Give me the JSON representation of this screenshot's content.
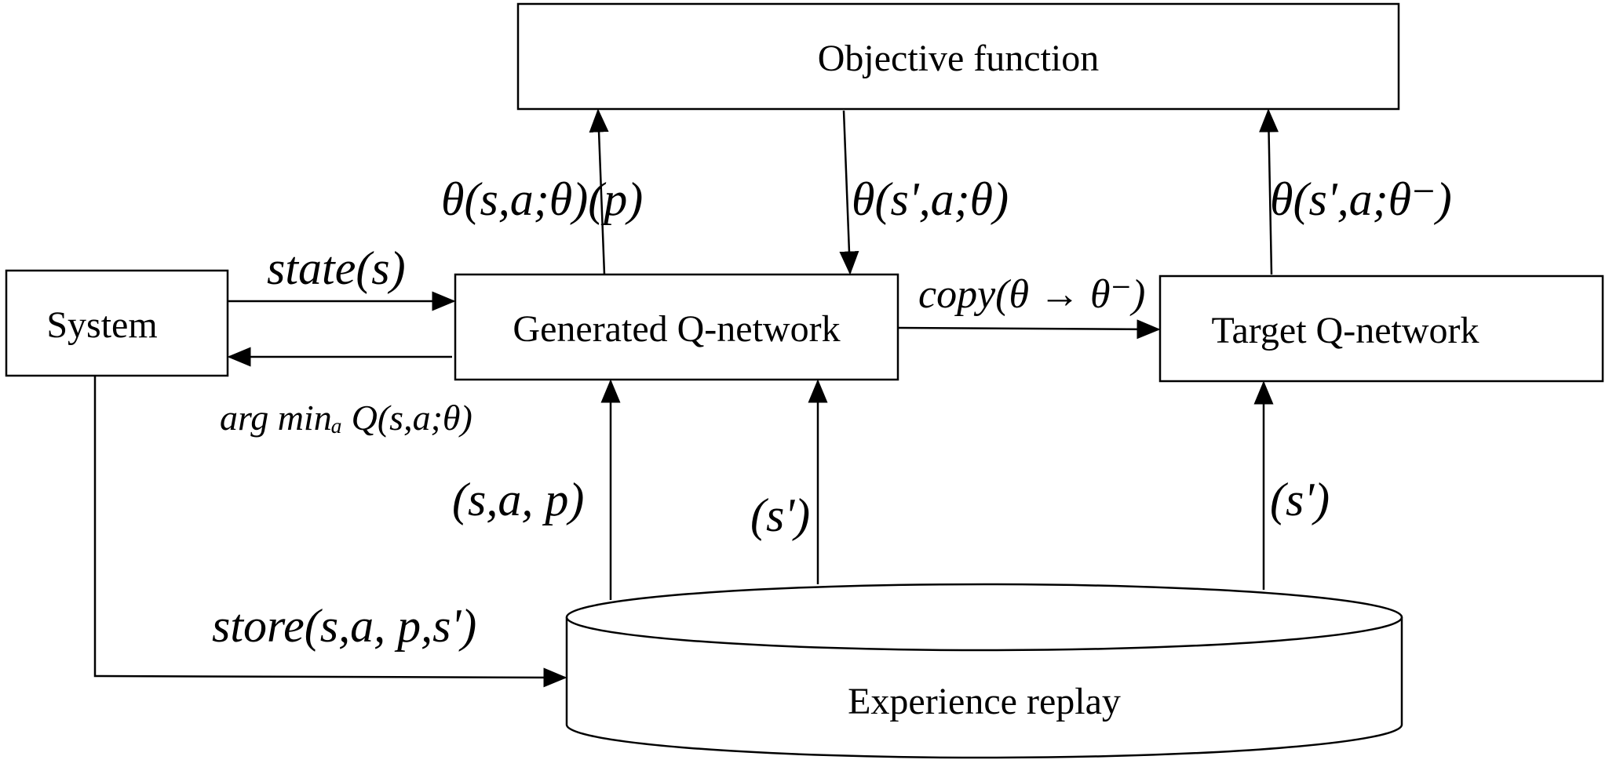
{
  "diagram": {
    "nodes": {
      "objective": "Objective function",
      "system": "System",
      "generated": "Generated Q-network",
      "target": "Target Q-network",
      "replay": "Experience replay"
    },
    "edges": {
      "gen_to_obj": "θ(s,a;θ)(p)",
      "obj_to_gen": "θ(s',a;θ)",
      "target_to_obj": "θ(s',a;θ⁻)",
      "system_to_gen": "state(s)",
      "gen_to_system": "arg minₐ Q(s,a;θ)",
      "gen_to_target": "copy(θ → θ⁻)",
      "replay_to_gen_left": "(s,a, p)",
      "replay_to_gen_right": "(s')",
      "replay_to_target": "(s')",
      "system_to_replay": "store(s,a, p,s')"
    }
  }
}
